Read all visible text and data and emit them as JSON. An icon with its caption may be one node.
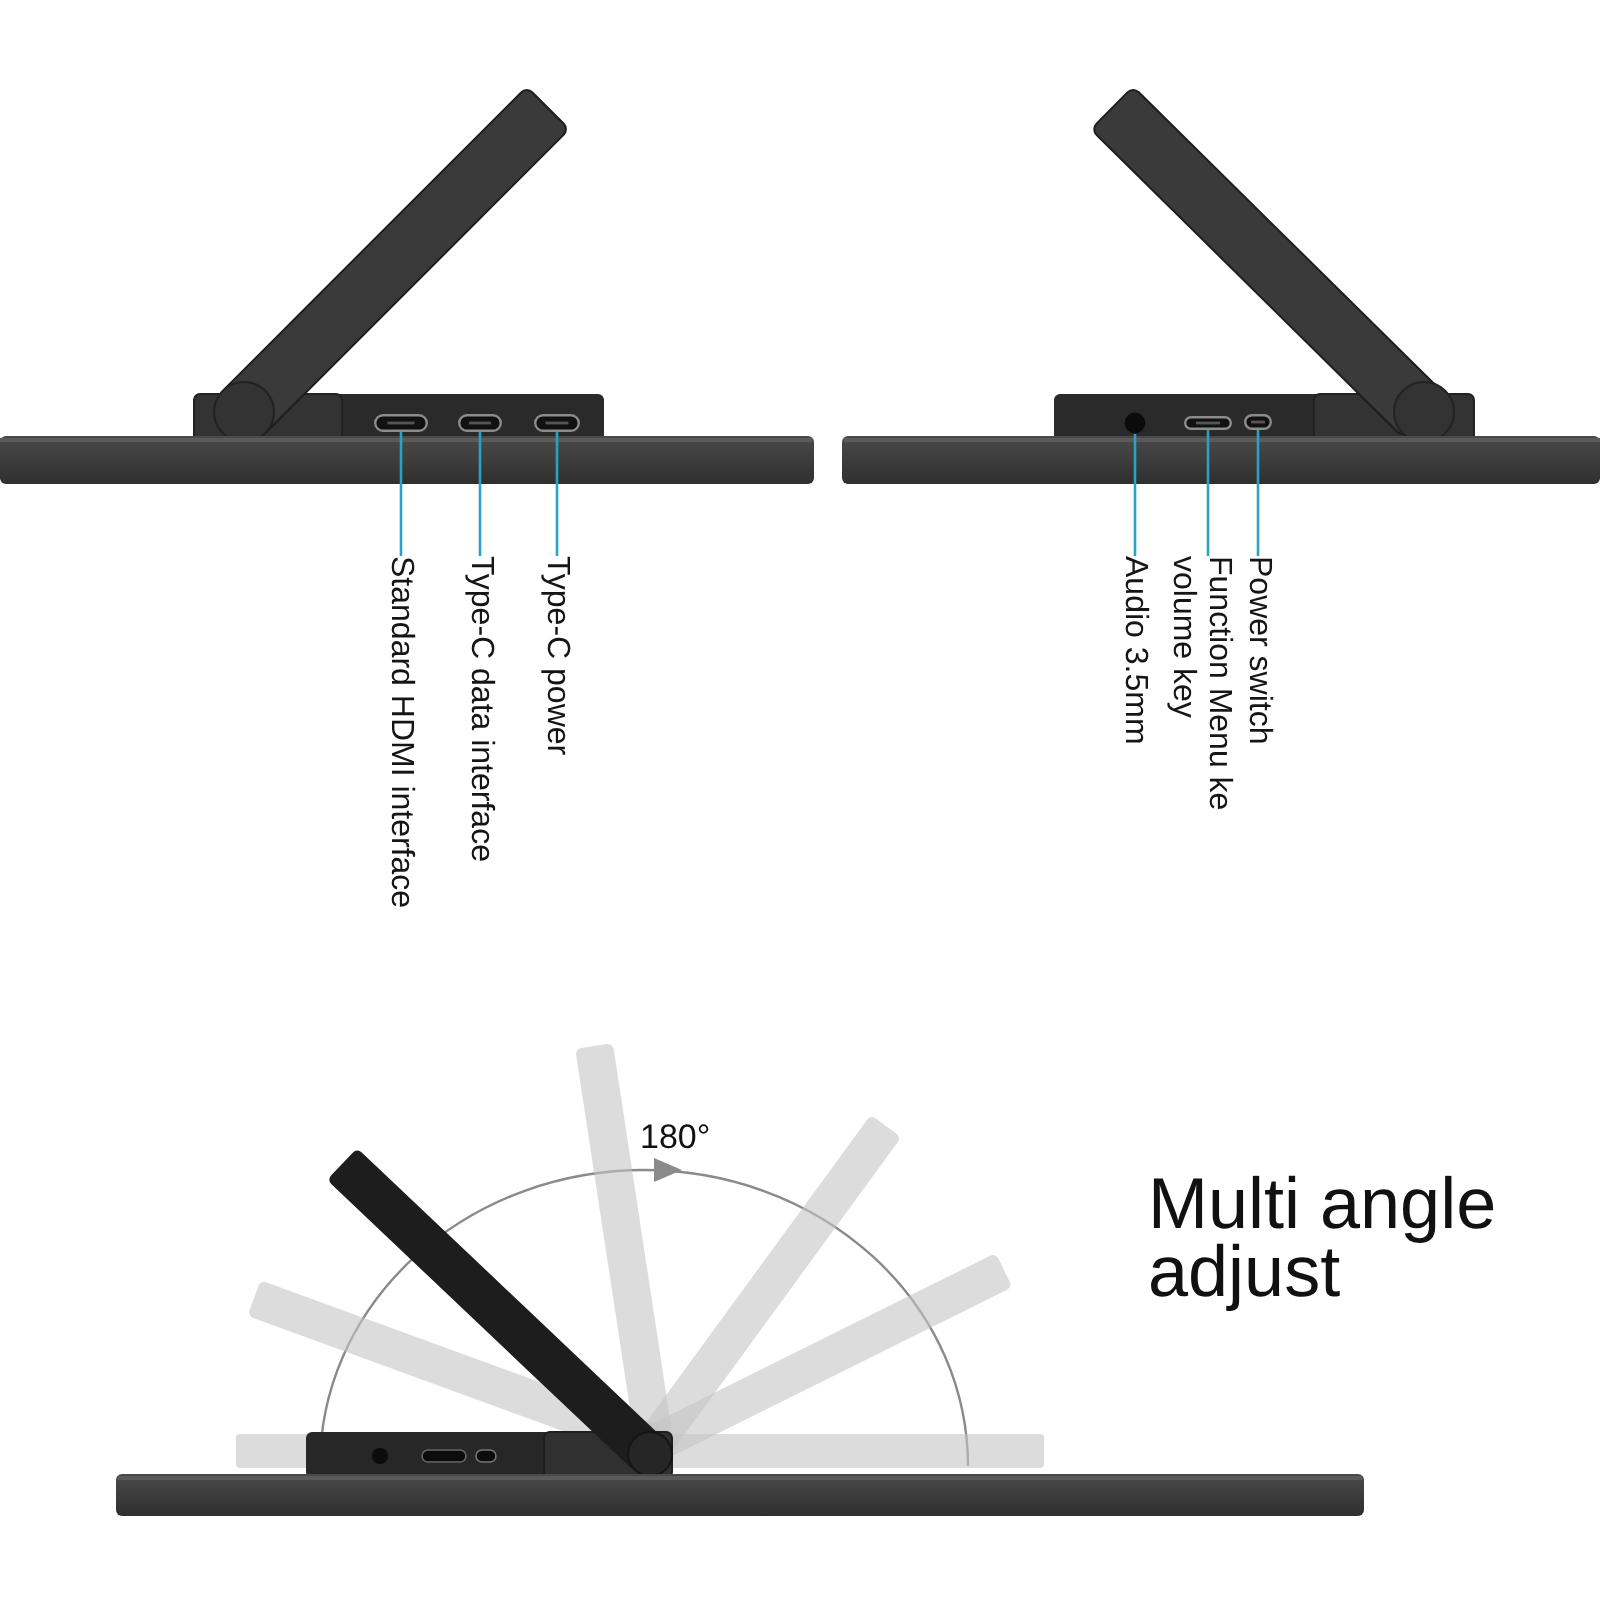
{
  "diagram": {
    "nodes": [
      {
        "text": [],
        "shape": "box"
      },
      {
        "text": [],
        "shape": "box"
      },
      {
        "text": [],
        "shape": "box"
      },
      {
        "text": [],
        "shape": "circle"
      },
      {
        "text": [],
        "shape": "box"
      },
      {
        "text": [],
        "shape": "box"
      },
      {
        "text": [
          "Standard HDMI interface"
        ]
      },
      {
        "text": [
          "Type-C data interface"
        ]
      },
      {
        "text": [
          "Type-C power"
        ]
      },
      {
        "text": [
          "Audio 3.5mm"
        ]
      },
      {
        "text": [
          "Function Menu ke volume key"
        ]
      },
      {
        "text": [
          "Power switch"
        ]
      }
    ],
    "edges": [
      {
        "from": 6,
        "to": 0,
        "arrow": "none"
      },
      {
        "from": 7,
        "to": 1,
        "arrow": "none"
      },
      {
        "from": 8,
        "to": 2,
        "arrow": "none"
      },
      {
        "from": 9,
        "to": 3,
        "arrow": "none"
      },
      {
        "from": 10,
        "to": 4,
        "arrow": "none"
      },
      {
        "from": 11,
        "to": 5,
        "arrow": "none"
      }
    ],
    "labels": [
      "180°",
      "Multi angle adjust"
    ]
  }
}
